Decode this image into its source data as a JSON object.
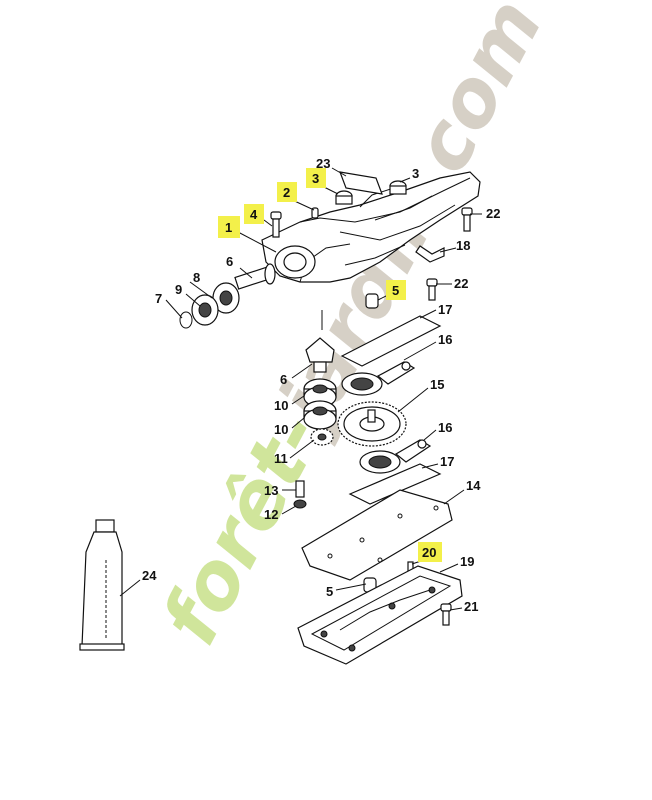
{
  "diagram": {
    "watermark": {
      "text": "forêt-jardin.com",
      "colors": {
        "foret": "#c8e08a",
        "jardin": "#cfc8bc"
      }
    },
    "highlight_color": "#f3f04a",
    "callouts": [
      {
        "id": "c1",
        "label": "1",
        "highlighted": true
      },
      {
        "id": "c2",
        "label": "2",
        "highlighted": true
      },
      {
        "id": "c3",
        "label": "3",
        "highlighted": true
      },
      {
        "id": "c3b",
        "label": "3",
        "highlighted": false
      },
      {
        "id": "c4",
        "label": "4",
        "highlighted": true
      },
      {
        "id": "c5",
        "label": "5",
        "highlighted": true
      },
      {
        "id": "c5b",
        "label": "5",
        "highlighted": false
      },
      {
        "id": "c6",
        "label": "6",
        "highlighted": false
      },
      {
        "id": "c6b",
        "label": "6",
        "highlighted": false
      },
      {
        "id": "c7",
        "label": "7",
        "highlighted": false
      },
      {
        "id": "c8",
        "label": "8",
        "highlighted": false
      },
      {
        "id": "c9",
        "label": "9",
        "highlighted": false
      },
      {
        "id": "c10",
        "label": "10",
        "highlighted": false
      },
      {
        "id": "c10b",
        "label": "10",
        "highlighted": false
      },
      {
        "id": "c11",
        "label": "11",
        "highlighted": false
      },
      {
        "id": "c12",
        "label": "12",
        "highlighted": false
      },
      {
        "id": "c13",
        "label": "13",
        "highlighted": false
      },
      {
        "id": "c14",
        "label": "14",
        "highlighted": false
      },
      {
        "id": "c15",
        "label": "15",
        "highlighted": false
      },
      {
        "id": "c16",
        "label": "16",
        "highlighted": false
      },
      {
        "id": "c16b",
        "label": "16",
        "highlighted": false
      },
      {
        "id": "c17",
        "label": "17",
        "highlighted": false
      },
      {
        "id": "c17b",
        "label": "17",
        "highlighted": false
      },
      {
        "id": "c18",
        "label": "18",
        "highlighted": false
      },
      {
        "id": "c19",
        "label": "19",
        "highlighted": false
      },
      {
        "id": "c20",
        "label": "20",
        "highlighted": true
      },
      {
        "id": "c21",
        "label": "21",
        "highlighted": false
      },
      {
        "id": "c22",
        "label": "22",
        "highlighted": false
      },
      {
        "id": "c22b",
        "label": "22",
        "highlighted": false
      },
      {
        "id": "c23",
        "label": "23",
        "highlighted": false
      },
      {
        "id": "c24",
        "label": "24",
        "highlighted": false
      }
    ]
  }
}
